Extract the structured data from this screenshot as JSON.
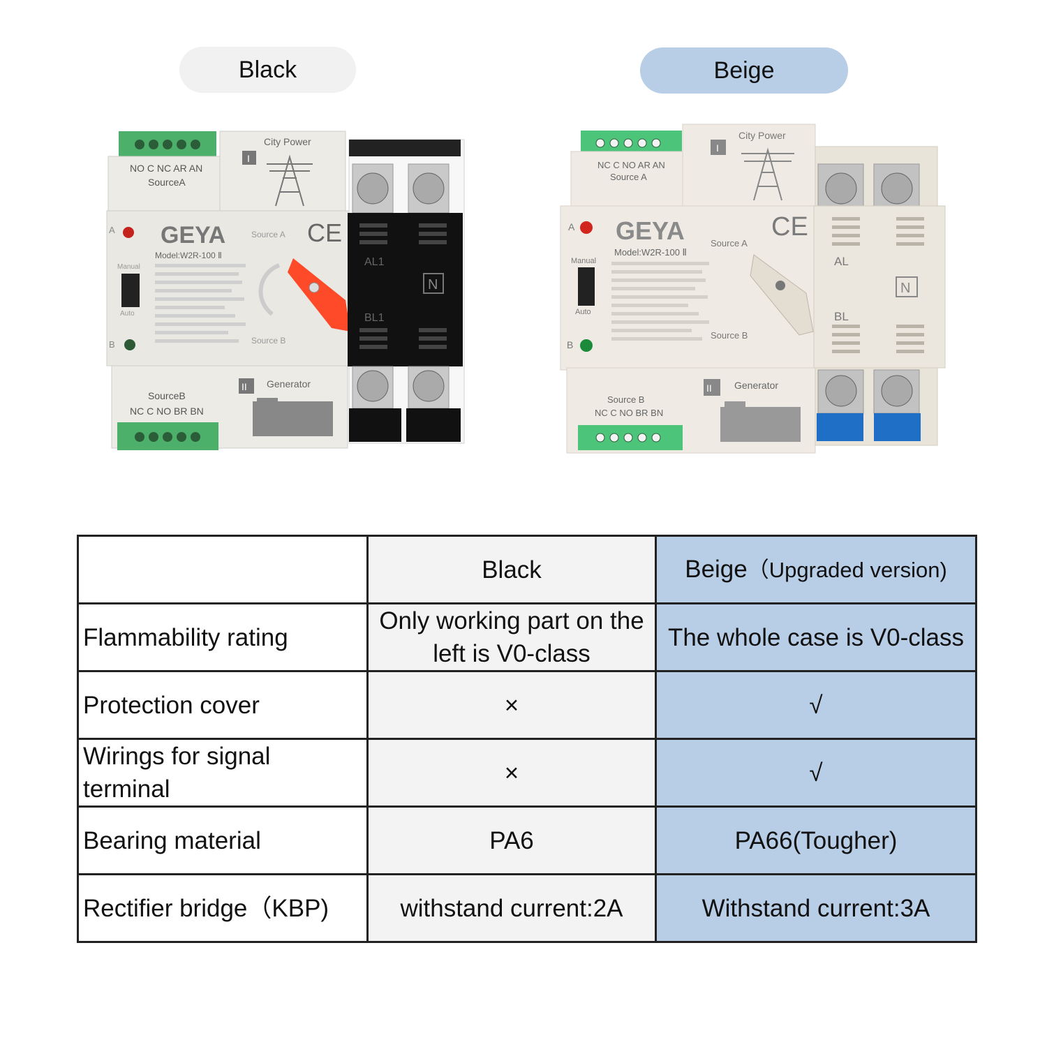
{
  "variants": {
    "black_label": "Black",
    "beige_label": "Beige"
  },
  "product_black": {
    "brand": "GEYA",
    "model": "Model:W2R-100 Ⅱ",
    "city_power": "City Power",
    "generator": "Generator",
    "source_a_label": "SourceA",
    "source_b_label": "SourceB",
    "source_a_side": "Source A",
    "source_b_side": "Source B",
    "terminals_top": "NO C NC AR AN",
    "terminals_bottom": "NC C NO BR BN",
    "manual": "Manual",
    "auto": "Auto",
    "roman_1": "I",
    "roman_2": "II",
    "phase_a": "AL1",
    "phase_b": "BL1",
    "neutral": "N",
    "led_a": "A",
    "led_b": "B",
    "ce": "CE"
  },
  "product_beige": {
    "brand": "GEYA",
    "model": "Model:W2R-100 Ⅱ",
    "city_power": "City Power",
    "generator": "Generator",
    "source_a_label": "Source A",
    "source_b_label": "Source B",
    "source_a_side": "Source A",
    "source_b_side": "Source B",
    "terminals_top": "NC C NO AR AN",
    "terminals_bottom": "NC C NO BR BN",
    "manual": "Manual",
    "auto": "Auto",
    "roman_1": "I",
    "roman_2": "II",
    "phase_a": "AL",
    "phase_b": "BL",
    "neutral": "N",
    "led_a": "A",
    "led_b": "B",
    "ce": "CE"
  },
  "table": {
    "header": {
      "label": "",
      "black": "Black",
      "beige": "Beige",
      "beige_note": "（Upgraded version)"
    },
    "rows": [
      {
        "label": "Flammability rating",
        "black": "Only working part on the left is V0-class",
        "beige": "The whole case is V0-class"
      },
      {
        "label": "Protection cover",
        "black": "×",
        "beige": "√"
      },
      {
        "label": "Wirings for signal terminal",
        "black": "×",
        "beige": "√"
      },
      {
        "label": "Bearing material",
        "black": "PA6",
        "beige": "PA66(Tougher)"
      },
      {
        "label": "Rectifier bridge（KBP)",
        "black": "withstand current:2A",
        "beige": "Withstand current:3A"
      }
    ]
  },
  "colors": {
    "beige_accent": "#b8cde6",
    "black_pill": "#f1f1f1",
    "black_col": "#f3f3f3",
    "terminal_green": "#4caf6a",
    "handle_red": "#ff4a2a",
    "terminal_blue": "#1f6fc6"
  }
}
